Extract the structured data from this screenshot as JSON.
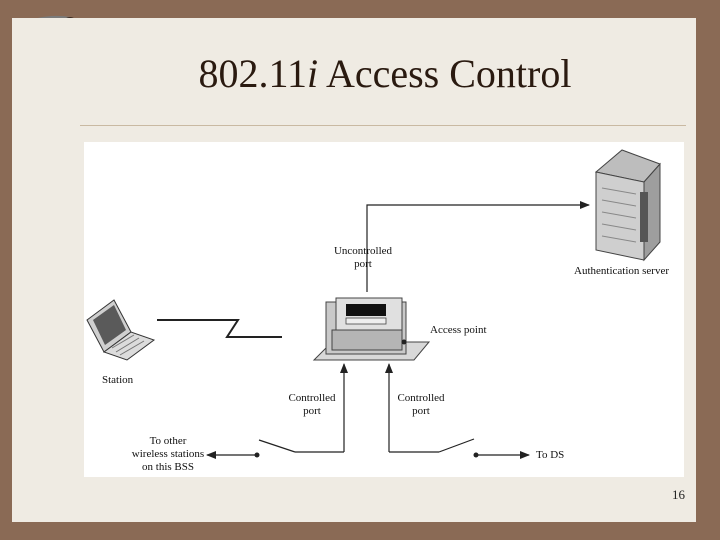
{
  "slide": {
    "title_main": "802.11",
    "title_italic": "i",
    "title_rest": " Access Control",
    "page_number": "16"
  },
  "diagram": {
    "labels": {
      "uncontrolled_port": [
        "Uncontrolled",
        "port"
      ],
      "authentication_server": "Authentication server",
      "access_point": "Access point",
      "station": "Station",
      "controlled_port_left": [
        "Controlled",
        "port"
      ],
      "controlled_port_right": [
        "Controlled",
        "port"
      ],
      "other_stations": [
        "To other",
        "wireless stations",
        "on this BSS"
      ],
      "to_ds": "To DS"
    },
    "icons": [
      "laptop-icon",
      "access-point-icon",
      "server-icon"
    ]
  }
}
